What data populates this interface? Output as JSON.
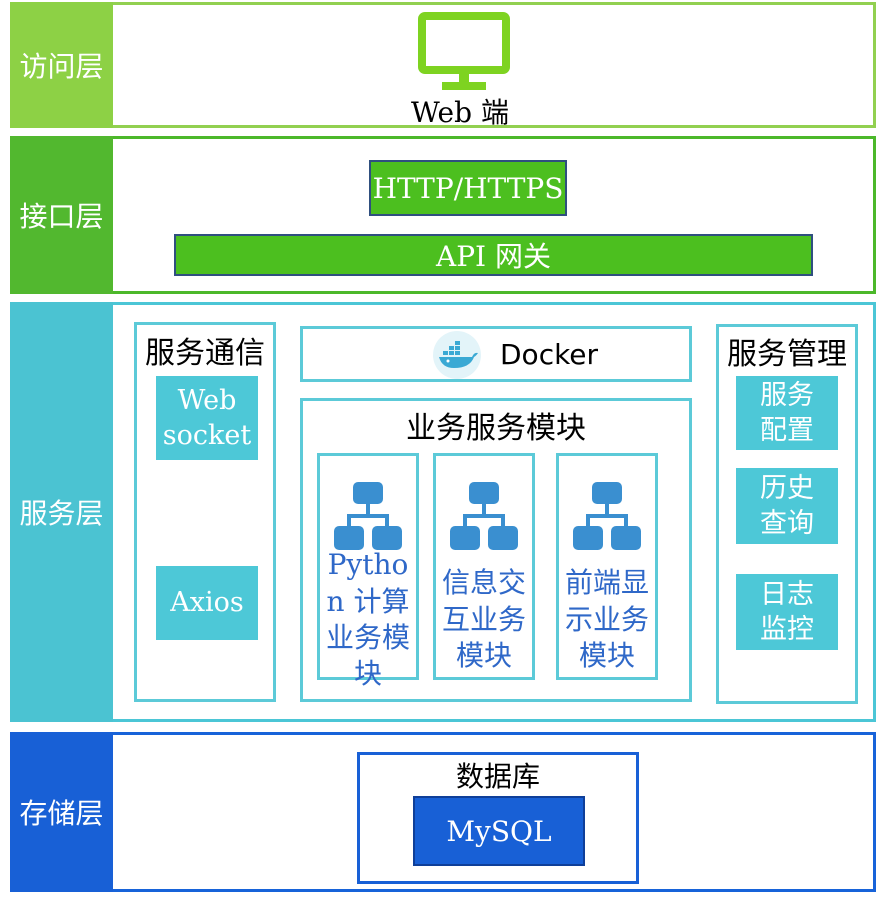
{
  "layers": {
    "access": {
      "label": "访问层",
      "web_client": "Web 端"
    },
    "interface": {
      "label": "接口层",
      "protocol": "HTTP/HTTPS",
      "gateway": "API 网关"
    },
    "service": {
      "label": "服务层",
      "communication": {
        "title": "服务通信",
        "items": [
          "Web socket",
          "Axios"
        ]
      },
      "docker": "Docker",
      "business": {
        "title": "业务服务模块",
        "modules": [
          "Python 计算业务模块",
          "信息交互业务模块",
          "前端显示业务模块"
        ]
      },
      "management": {
        "title": "服务管理",
        "items": [
          "服务配置",
          "历史查询",
          "日志监控"
        ]
      }
    },
    "storage": {
      "label": "存储层",
      "database_title": "数据库",
      "database": "MySQL"
    }
  },
  "colors": {
    "access": "#8dd145",
    "interface": "#52b82f",
    "service": "#4bc3d2",
    "storage": "#1860d6",
    "monitor_icon": "#7ed321",
    "module_icon": "#3a8fd0"
  },
  "icons": [
    "monitor-icon",
    "docker-icon",
    "hierarchy-icon"
  ]
}
